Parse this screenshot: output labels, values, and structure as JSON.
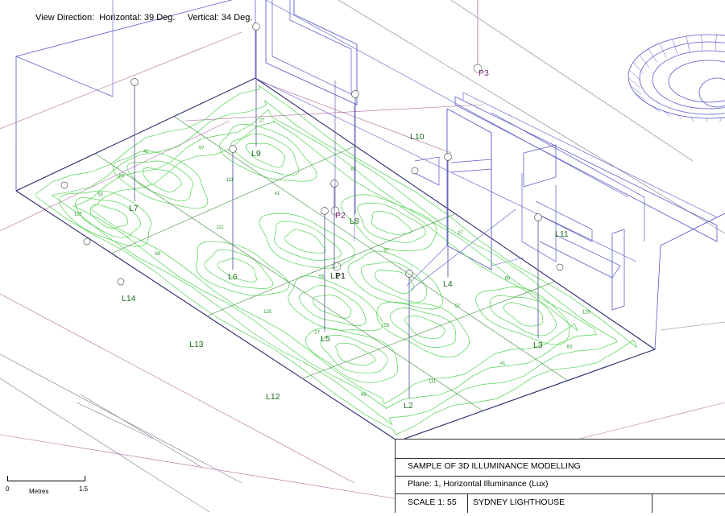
{
  "header": {
    "view_direction_text": "View Direction:  Horizontal: 39 Deg.     Vertical: 34 Deg."
  },
  "luminaires": [
    {
      "id": "L1",
      "label": "L1"
    },
    {
      "id": "L2",
      "label": "L2"
    },
    {
      "id": "L3",
      "label": "L3"
    },
    {
      "id": "L4",
      "label": "L4"
    },
    {
      "id": "L5",
      "label": "L5"
    },
    {
      "id": "L6",
      "label": "L6"
    },
    {
      "id": "L7",
      "label": "L7"
    },
    {
      "id": "L8",
      "label": "L8"
    },
    {
      "id": "L9",
      "label": "L9"
    },
    {
      "id": "L10",
      "label": "L10"
    },
    {
      "id": "L11",
      "label": "L11"
    },
    {
      "id": "L12",
      "label": "L12"
    },
    {
      "id": "L13",
      "label": "L13"
    },
    {
      "id": "L14",
      "label": "L14"
    }
  ],
  "points": [
    {
      "id": "P1",
      "label": "P1"
    },
    {
      "id": "P2",
      "label": "P2"
    },
    {
      "id": "P3",
      "label": "P3"
    }
  ],
  "contour_values": [
    "27",
    "41",
    "55",
    "69",
    "83",
    "97",
    "111",
    "125"
  ],
  "scale_bar": {
    "start": "0",
    "end": "1.5",
    "unit": "Metres"
  },
  "title_block": {
    "title": "SAMPLE OF 3D ILLUMINANCE MODELLING",
    "plane": "Plane: 1, Horizontal Illuminance (Lux)",
    "scale": "SCALE 1: 55",
    "project": "SYDNEY LIGHTHOUSE"
  },
  "colors": {
    "structure": "#5a5ac8",
    "reference": "#b06aa0",
    "contour": "#4fd24f",
    "contour_label": "#2e9a2e",
    "label": "#1e6e1e",
    "point_label": "#7a2a7a"
  }
}
